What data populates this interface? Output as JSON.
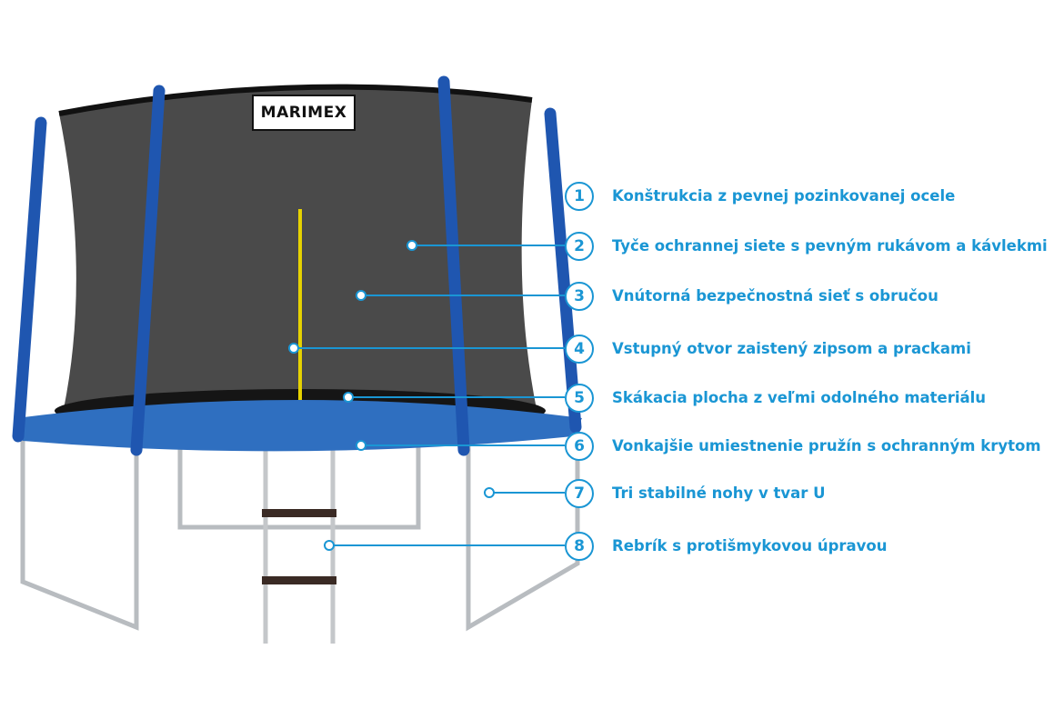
{
  "brand": "MARIMEX",
  "accent_color": "#1a96d4",
  "features": [
    {
      "number": "1",
      "text": "Konštrukcia z pevnej pozinkovanej ocele"
    },
    {
      "number": "2",
      "text": "Tyče ochrannej siete s pevným rukávom a kávlekmi"
    },
    {
      "number": "3",
      "text": "Vnútorná bezpečnostná sieť s obručou"
    },
    {
      "number": "4",
      "text": "Vstupný otvor zaistený zipsom a prackami"
    },
    {
      "number": "5",
      "text": "Skákacia plocha z veľmi odolného materiálu"
    },
    {
      "number": "6",
      "text": "Vonkajšie umiestnenie pružín s ochranným krytom"
    },
    {
      "number": "7",
      "text": "Tri stabilné nohy v tvar U"
    },
    {
      "number": "8",
      "text": "Rebrík s protišmykovou úpravou"
    }
  ]
}
